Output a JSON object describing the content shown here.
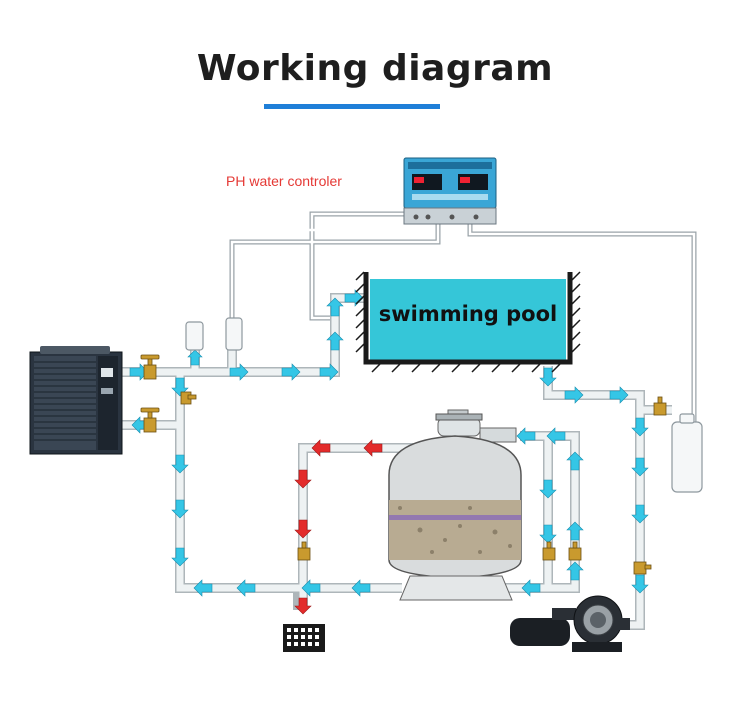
{
  "header": {
    "title": "Working diagram"
  },
  "labels": {
    "ph_controller": "PH water controler",
    "pool": "swimming pool"
  },
  "colors": {
    "accent": "#1f7fd8",
    "pool_water": "#35c6d8",
    "pipe": "#e3e8ea",
    "flow_arrow": "#35c6e6",
    "return_arrow": "#e32b2b",
    "label_red": "#e53935"
  },
  "components": {
    "heat_pump": "heat-pump-icon",
    "controller": "ph-controller-icon",
    "sand_filter": "sand-filter-icon",
    "pump": "water-pump-icon",
    "drain": "drain-grate-icon",
    "chemical_tank": "chemical-tank-icon"
  }
}
